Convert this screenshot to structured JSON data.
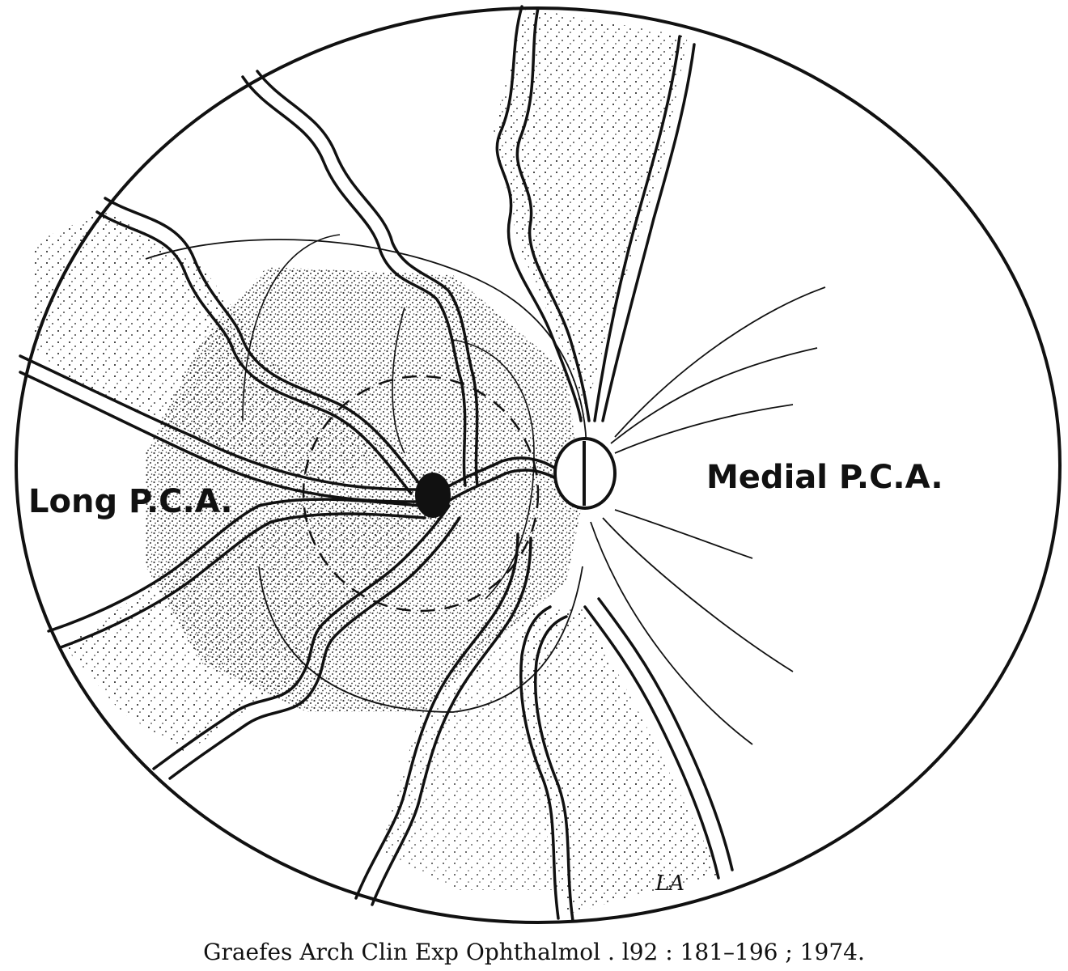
{
  "labels": {
    "long_pca": "Long P.C.A.",
    "medial_pca": "Medial P.C.A."
  },
  "signature": "LA",
  "caption": "Graefes Arch Clin Exp Ophthalmol . l92 : 181–196 ; 1974.",
  "colors": {
    "ink": "#111111",
    "paper": "#ffffff"
  }
}
